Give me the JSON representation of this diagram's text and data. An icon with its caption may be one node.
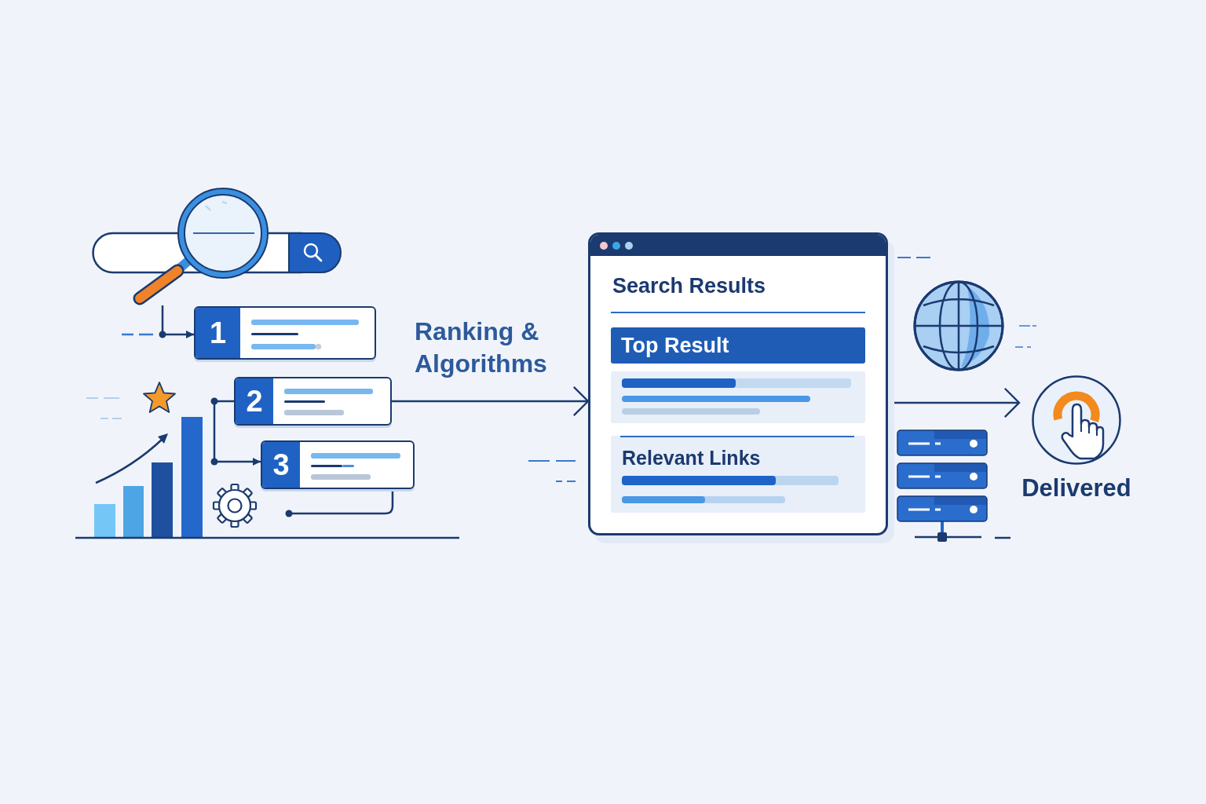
{
  "diagram": {
    "nodes": [
      {
        "text": [],
        "shape": "picture"
      },
      {
        "text": [
          "1"
        ]
      },
      {
        "text": [
          "2"
        ]
      },
      {
        "text": [
          "3"
        ]
      },
      {
        "text": [
          "Search Results"
        ]
      },
      {
        "text": [
          "Top Result"
        ],
        "in": 4
      },
      {
        "text": [
          "Relevant Links"
        ],
        "in": 4
      },
      {
        "text": [
          "Delivered"
        ]
      }
    ],
    "edges": [
      {
        "from": 0,
        "to": 1,
        "arrow": "to"
      },
      {
        "from": 2,
        "to": 3,
        "arrow": "to"
      },
      {
        "from": 3,
        "to": null,
        "arrow": "other"
      },
      {
        "from": 2,
        "to": 4,
        "arrow": "to",
        "label": "Ranking & Algorithms"
      },
      {
        "from": 4,
        "to": 7,
        "arrow": "to"
      }
    ]
  }
}
